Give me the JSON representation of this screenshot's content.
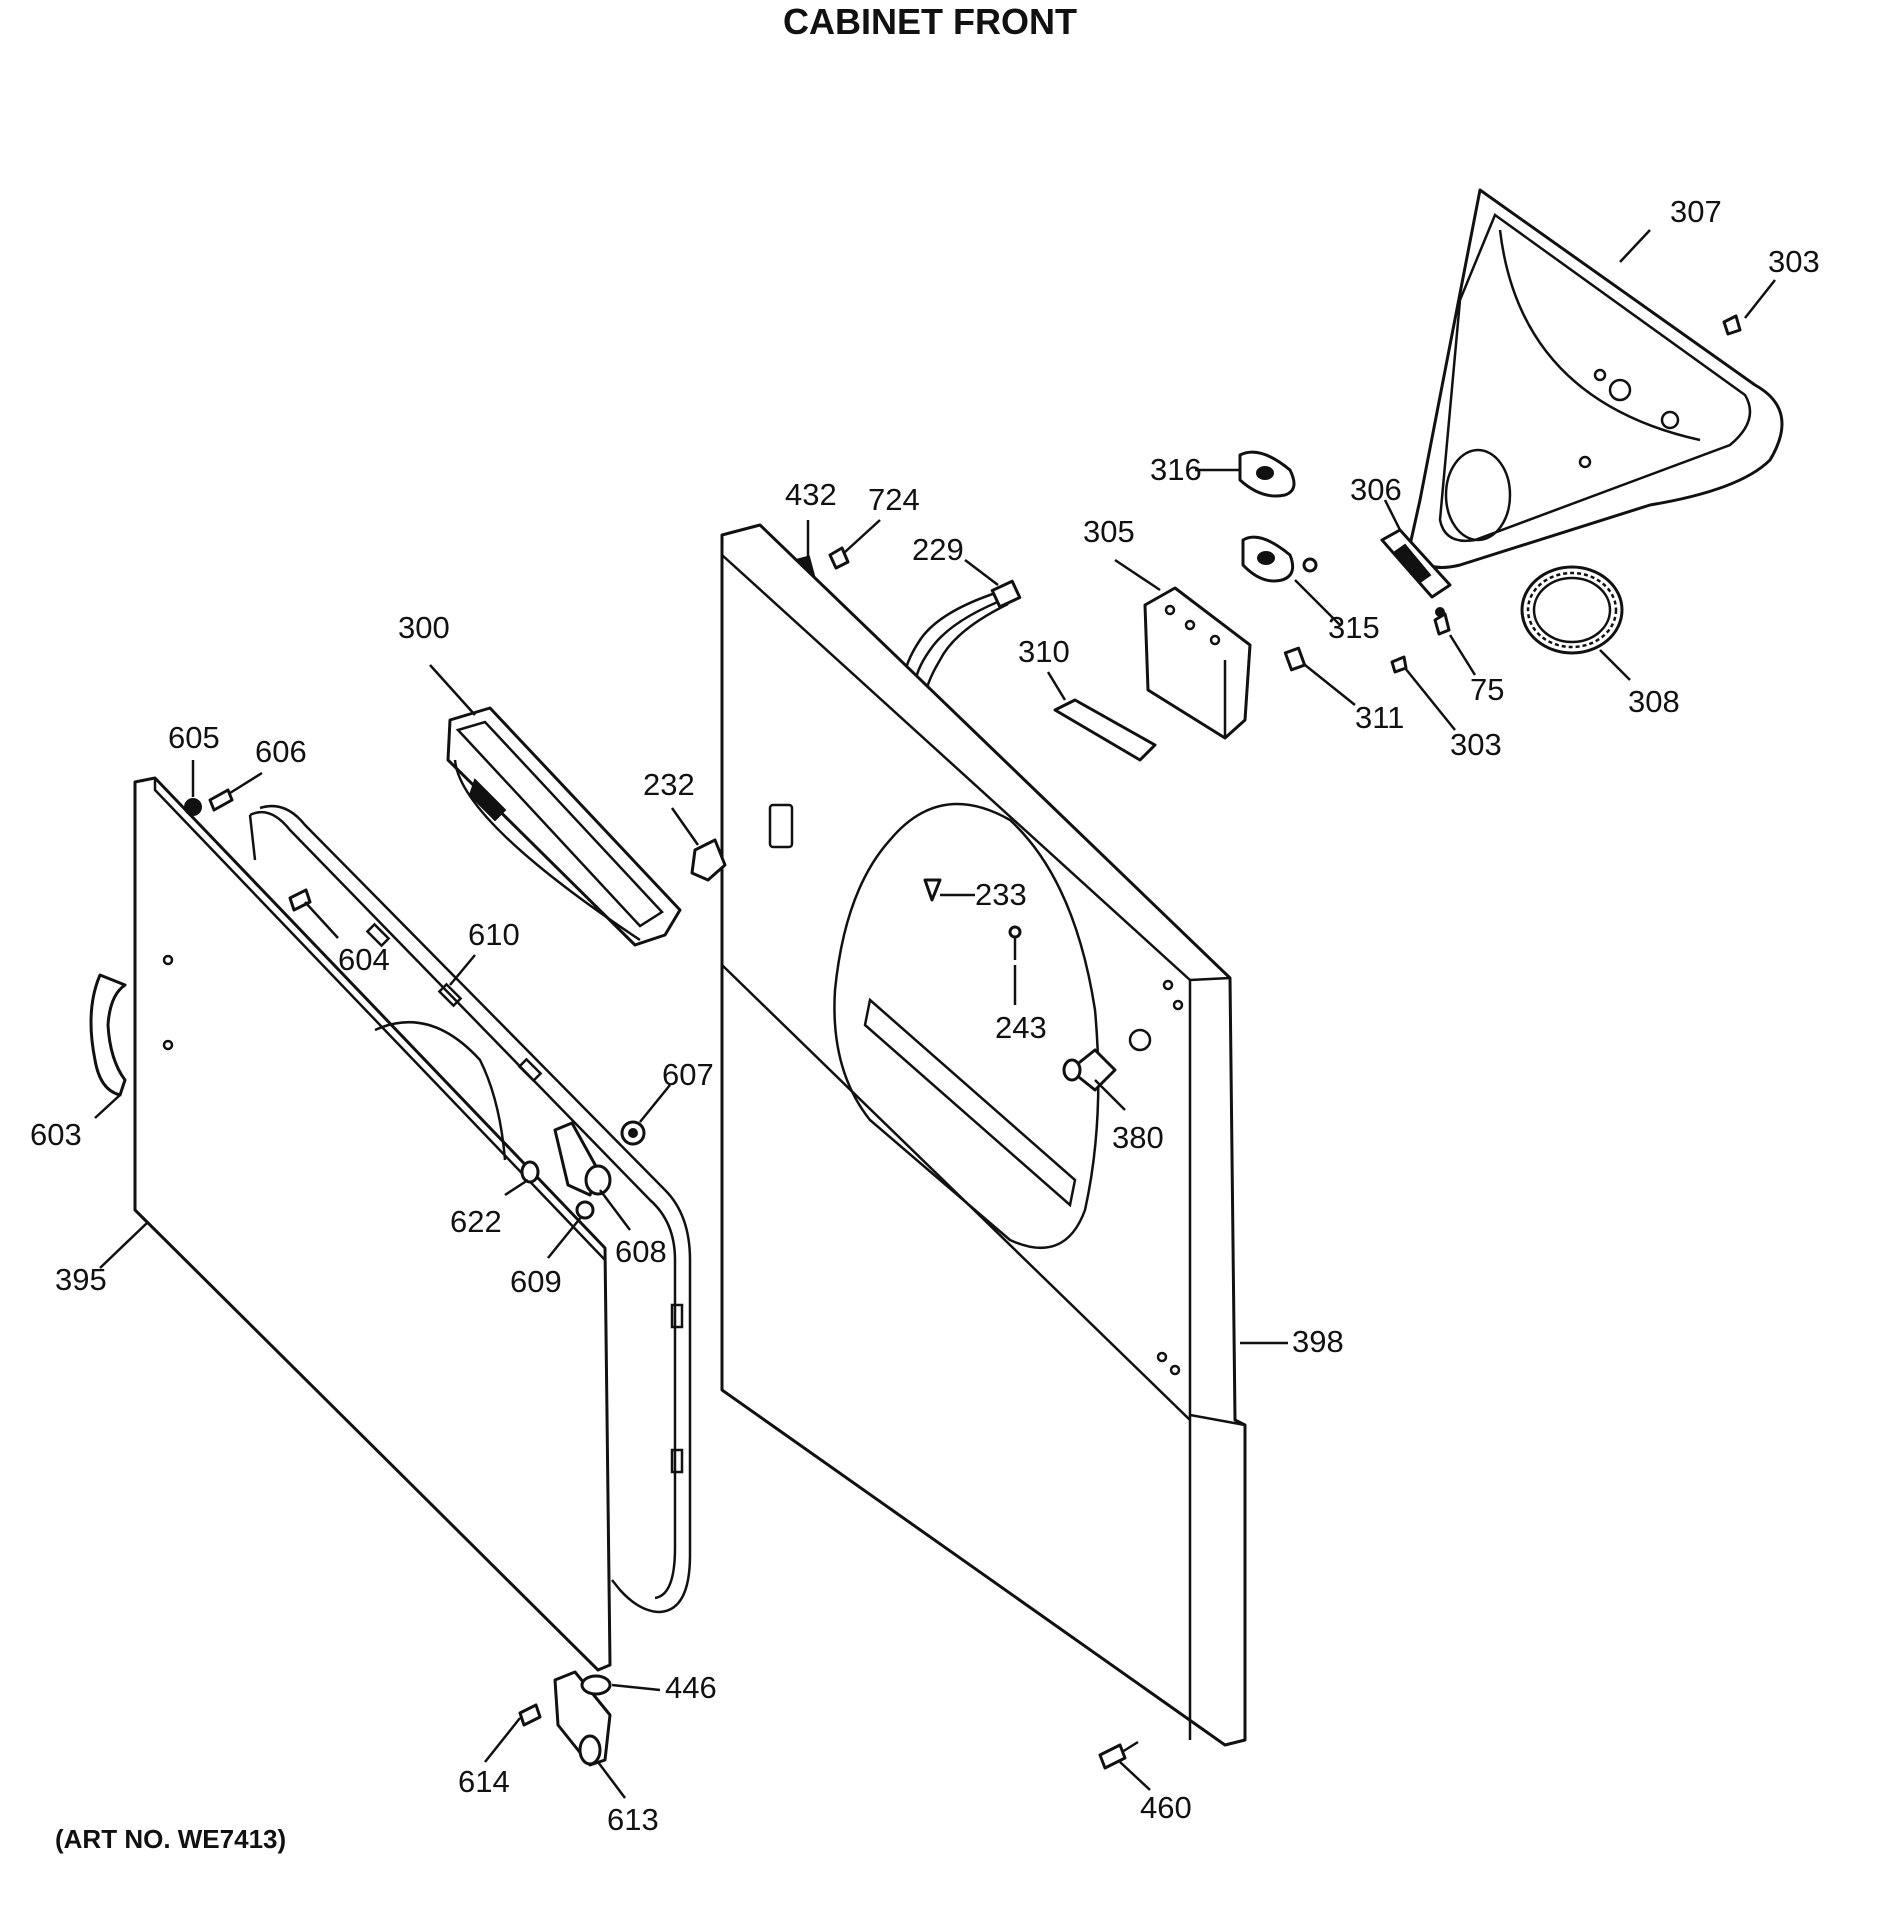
{
  "title": "CABINET FRONT",
  "art_number": "(ART NO. WE7413)",
  "callouts": [
    {
      "id": "c307",
      "text": "307"
    },
    {
      "id": "c303a",
      "text": "303"
    },
    {
      "id": "c316",
      "text": "316"
    },
    {
      "id": "c306",
      "text": "306"
    },
    {
      "id": "c432",
      "text": "432"
    },
    {
      "id": "c724",
      "text": "724"
    },
    {
      "id": "c305",
      "text": "305"
    },
    {
      "id": "c229",
      "text": "229"
    },
    {
      "id": "c315",
      "text": "315"
    },
    {
      "id": "c75",
      "text": "75"
    },
    {
      "id": "c308",
      "text": "308"
    },
    {
      "id": "c300",
      "text": "300"
    },
    {
      "id": "c310",
      "text": "310"
    },
    {
      "id": "c311",
      "text": "311"
    },
    {
      "id": "c303b",
      "text": "303"
    },
    {
      "id": "c605",
      "text": "605"
    },
    {
      "id": "c606",
      "text": "606"
    },
    {
      "id": "c232",
      "text": "232"
    },
    {
      "id": "c233",
      "text": "233"
    },
    {
      "id": "c604",
      "text": "604"
    },
    {
      "id": "c610",
      "text": "610"
    },
    {
      "id": "c243",
      "text": "243"
    },
    {
      "id": "c607",
      "text": "607"
    },
    {
      "id": "c380",
      "text": "380"
    },
    {
      "id": "c603",
      "text": "603"
    },
    {
      "id": "c622",
      "text": "622"
    },
    {
      "id": "c608",
      "text": "608"
    },
    {
      "id": "c609",
      "text": "609"
    },
    {
      "id": "c395",
      "text": "395"
    },
    {
      "id": "c398",
      "text": "398"
    },
    {
      "id": "c446",
      "text": "446"
    },
    {
      "id": "c614",
      "text": "614"
    },
    {
      "id": "c613",
      "text": "613"
    },
    {
      "id": "c460",
      "text": "460"
    }
  ]
}
